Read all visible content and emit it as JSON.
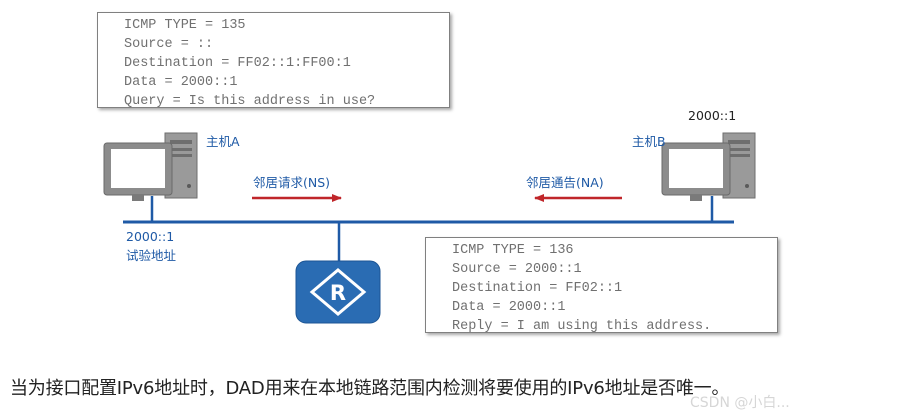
{
  "ns_packet": {
    "lines": [
      "ICMP TYPE = 135",
      "Source = ::",
      "Destination = FF02::1:FF00:1",
      "Data = 2000::1",
      "Query = Is this address in use?"
    ]
  },
  "na_packet": {
    "lines": [
      "ICMP TYPE = 136",
      "Source = 2000::1",
      "Destination = FF02::1",
      "Data = 2000::1",
      "Reply = I am using this address."
    ]
  },
  "host_a": {
    "name": "主机A",
    "address": "2000::1",
    "note": "试验地址"
  },
  "host_b": {
    "name": "主机B",
    "address": "2000::1"
  },
  "ns_message": "邻居请求(NS)",
  "na_message": "邻居通告(NA)",
  "router_label": "R",
  "caption": "当为接口配置IPv6地址时，DAD用来在本地链路范围内检测将要使用的IPv6地址是否唯一。",
  "watermark": "CSDN @小白...",
  "colors": {
    "link": "#1f5aa6",
    "arrow": "#c0262a",
    "router": "#2a6cb3",
    "computer": "#8c8c8c"
  }
}
